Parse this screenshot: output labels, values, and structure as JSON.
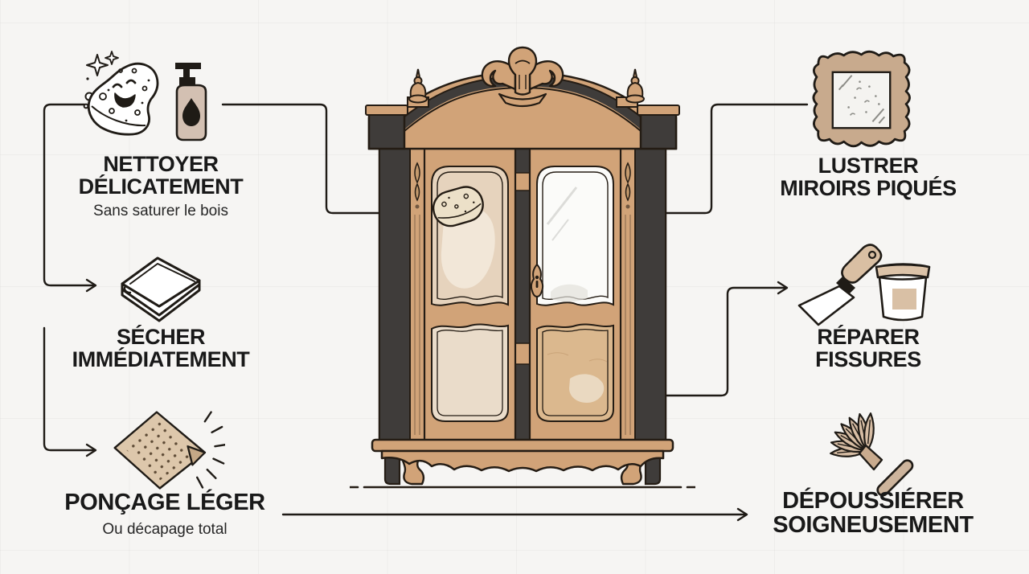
{
  "page": {
    "background": "#f6f5f3",
    "line_color": "#1f1b16",
    "text_color": "#191919",
    "accent_tan": "#d1a378"
  },
  "illustration": {
    "name": "armoire-ancienne-two-door-wardrobe",
    "colors": {
      "wood": "#d1a378",
      "panel_light": "#e6d3bd",
      "panel_light2": "#eadcca",
      "lower_panel_wood": "#dbb88e",
      "dark_trim": "#3f3c3a",
      "outline": "#241c14",
      "mirror_white": "#fbfbf9",
      "clean_patch": "#f3e9da"
    }
  },
  "steps": {
    "nettoyer": {
      "lines": [
        "NETTOYER",
        "DÉLICATEMENT"
      ],
      "subtitle": "Sans saturer le bois",
      "icons": [
        "sponge-icon",
        "soap-bottle-icon"
      ]
    },
    "secher": {
      "lines": [
        "SÉCHER",
        "IMMÉDIATEMENT"
      ],
      "icons": [
        "towel-icon"
      ]
    },
    "poncage": {
      "lines": [
        "PONÇAGE LÉGER"
      ],
      "subtitle": "Ou décapage total",
      "icons": [
        "sandpaper-icon"
      ]
    },
    "lustrer": {
      "lines": [
        "LUSTRER",
        "MIROIRS PIQUÉS"
      ],
      "icons": [
        "mirror-icon"
      ]
    },
    "reparer": {
      "lines": [
        "RÉPARER",
        "FISSURES"
      ],
      "icons": [
        "putty-knife-icon",
        "putty-pot-icon"
      ]
    },
    "depoussierer": {
      "lines": [
        "DÉPOUSSIÉRER",
        "SOIGNEUSEMENT"
      ],
      "icons": [
        "feather-duster-icon"
      ]
    }
  }
}
